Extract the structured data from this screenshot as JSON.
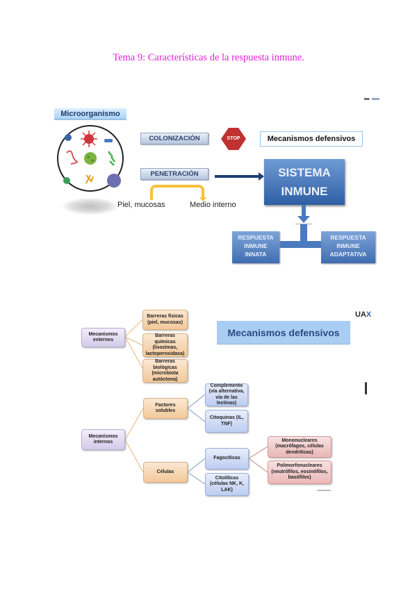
{
  "page": {
    "title": "Tema 9: Características de la respuesta inmune."
  },
  "diagram1": {
    "microorganism_label": "Microorganismo",
    "colonizacion": "COLONIZACIÓN",
    "stop": "STOP",
    "mecanismos_defensivos": "Mecanismos defensivos",
    "penetracion": "PENETRACIÓN",
    "sistema_inmune_line1": "SISTEMA",
    "sistema_inmune_line2": "INMUNE",
    "piel_mucosas": "Piel, mucosas",
    "medio_interno": "Medio interno",
    "respuesta_innata": [
      "RESPUESTA",
      "INMUNE",
      "INNATA"
    ],
    "respuesta_adaptativa": [
      "RESPUESTA",
      "INMUNE",
      "ADAPTATIVA"
    ],
    "colors": {
      "sistema": "#2e5fa4",
      "arrow": "#1e3f74",
      "curve": "#f6c23a",
      "stop": "#c0322f"
    }
  },
  "diagram2": {
    "logo": {
      "prefix": "UA",
      "suffix": "X"
    },
    "banner": "Mecanismos defensivos",
    "externos": {
      "label": "Mecanismos externos",
      "children": [
        "Barreras físicas (piel, mucosas)",
        "Barreras químicas (lisozimas, lactoperoxidasa)",
        "Barreras biológicas (microbiota autóctona)"
      ]
    },
    "internos": {
      "label": "Mecanismos internos",
      "factores_solubles": {
        "label": "Factores solubles",
        "children": [
          "Complemento (vía alternativa, vía de las lectinas)",
          "Citoquinas (IL, TNF)"
        ]
      },
      "celulas": {
        "label": "Células",
        "fagociticas": {
          "label": "Fagocíticas",
          "children": [
            "Mononucleares (macrófagos, células dendríticas)",
            "Polimorfonucleares (neutrófilos, eosinófilos, basófilos)"
          ]
        },
        "citoliticas": "Citolíticas (células NK, K, LAK)"
      }
    }
  }
}
